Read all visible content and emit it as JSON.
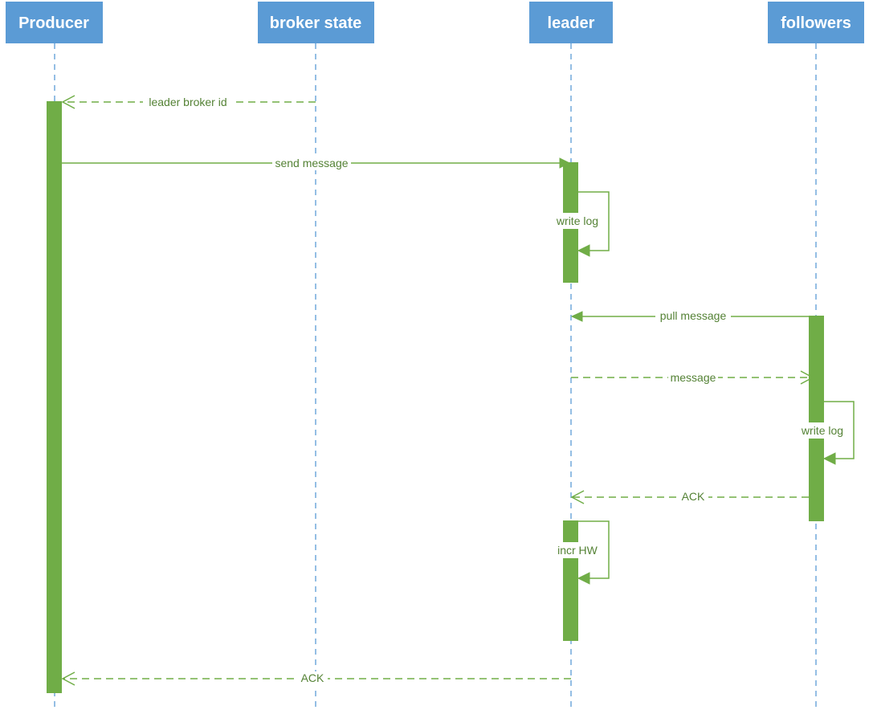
{
  "participants": {
    "producer": "Producer",
    "broker_state": "broker state",
    "leader": "leader",
    "followers": "followers"
  },
  "messages": {
    "leader_broker_id": "leader broker id",
    "send_message": "send message",
    "write_log_leader": "write log",
    "pull_message": "pull message",
    "message": "message",
    "write_log_followers": "write log",
    "ack_followers": "ACK",
    "incr_hw": "incr HW",
    "ack_producer": "ACK"
  },
  "colors": {
    "header": "#5b9bd5",
    "activation": "#70ad47",
    "label": "#548235"
  }
}
